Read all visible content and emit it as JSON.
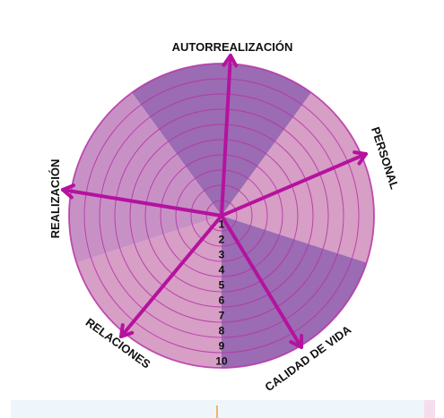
{
  "wheel": {
    "categories": [
      {
        "label": "AUTORREALIZACIÓN"
      },
      {
        "label": "PERSONAL"
      },
      {
        "label": "CALIDAD DE VIDA"
      },
      {
        "label": "RELACIONES"
      },
      {
        "label": "REALIZACIÓN"
      }
    ],
    "scale": [
      "1",
      "2",
      "3",
      "4",
      "5",
      "6",
      "7",
      "8",
      "9",
      "10"
    ],
    "colors": {
      "dark_sector": "#9b6bb3",
      "light_sector": "#d79ec6",
      "mid_sector": "#c891c6",
      "ring_stroke": "#b533a6",
      "arrow": "#b5129e",
      "text": "#111111"
    }
  }
}
